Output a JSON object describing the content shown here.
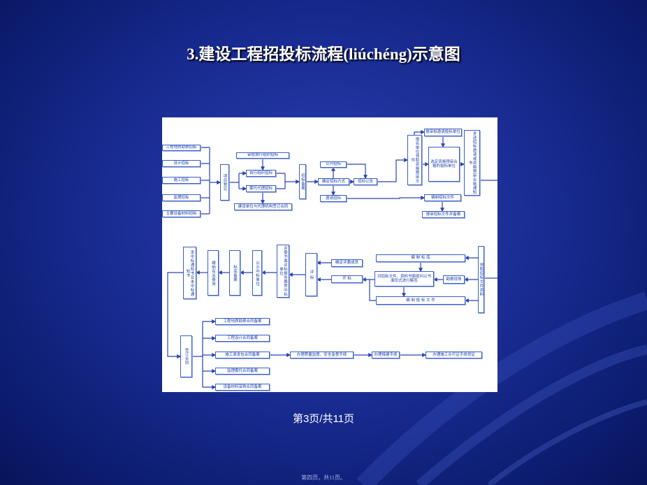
{
  "slide": {
    "title": "3.建设工程招投标流程(liúchéng)示意图"
  },
  "flowchart": {
    "nodes": [
      {
        "label": "工程地质勘察招标"
      },
      {
        "label": "设计招标"
      },
      {
        "label": "施工招标"
      },
      {
        "label": "监理招标"
      },
      {
        "label": "主要设备材料招标"
      },
      {
        "label": "项目登记"
      },
      {
        "label": "审批自行组织招标"
      },
      {
        "label": "自行组织招标"
      },
      {
        "label": "委托代理招标"
      },
      {
        "label": "建设单位与代理机构签订合同"
      },
      {
        "label": "招标备案"
      },
      {
        "label": "公开招标"
      },
      {
        "label": "确定招标方式"
      },
      {
        "label": "邀请招标"
      },
      {
        "label": "招标公告"
      },
      {
        "label": "报名单位领取资格预审文件"
      },
      {
        "label": "报审拟邀请投标单位"
      },
      {
        "label": "选定资格预审合格的投标单位"
      },
      {
        "label": "发送招标邀请或资格预审合格通知书"
      },
      {
        "label": "编制招标文件"
      },
      {
        "label": "报审招标文件并备案"
      },
      {
        "label": "领取招标文件资料"
      },
      {
        "label": "编 制 标 底"
      },
      {
        "label": "勘察现场"
      },
      {
        "label": "对招标文件、资料书面提问以书面形式进行解答"
      },
      {
        "label": "编 制 投 标 文 件"
      },
      {
        "label": "确定评委成员"
      },
      {
        "label": "开 标"
      },
      {
        "label": "评 标"
      },
      {
        "label": "评委书面评标报告推荐中标单位"
      },
      {
        "label": "公示中标单位"
      },
      {
        "label": "标底备案"
      },
      {
        "label": "缴纳有关费用"
      },
      {
        "label": "发中标通知书及未中标通知书"
      },
      {
        "label": "签订合同"
      },
      {
        "label": "工程地质勘察合同备案"
      },
      {
        "label": "工程设计合同备案"
      },
      {
        "label": "施工承发包合同备案"
      },
      {
        "label": "监理委托合同备案"
      },
      {
        "label": "设备材料采购合同备案"
      },
      {
        "label": "办理质量监督、安全监督手续"
      },
      {
        "label": "办理报建手续"
      },
      {
        "label": "办理施工许可证手续领证"
      }
    ]
  },
  "footer": {
    "page": "第3页/共11页",
    "note": "第四页，共11页。"
  },
  "colors": {
    "background": "#1a2d95",
    "node_border": "#3a5fc8",
    "node_text": "#1c3ea8",
    "arrow": "#2a44b0"
  }
}
